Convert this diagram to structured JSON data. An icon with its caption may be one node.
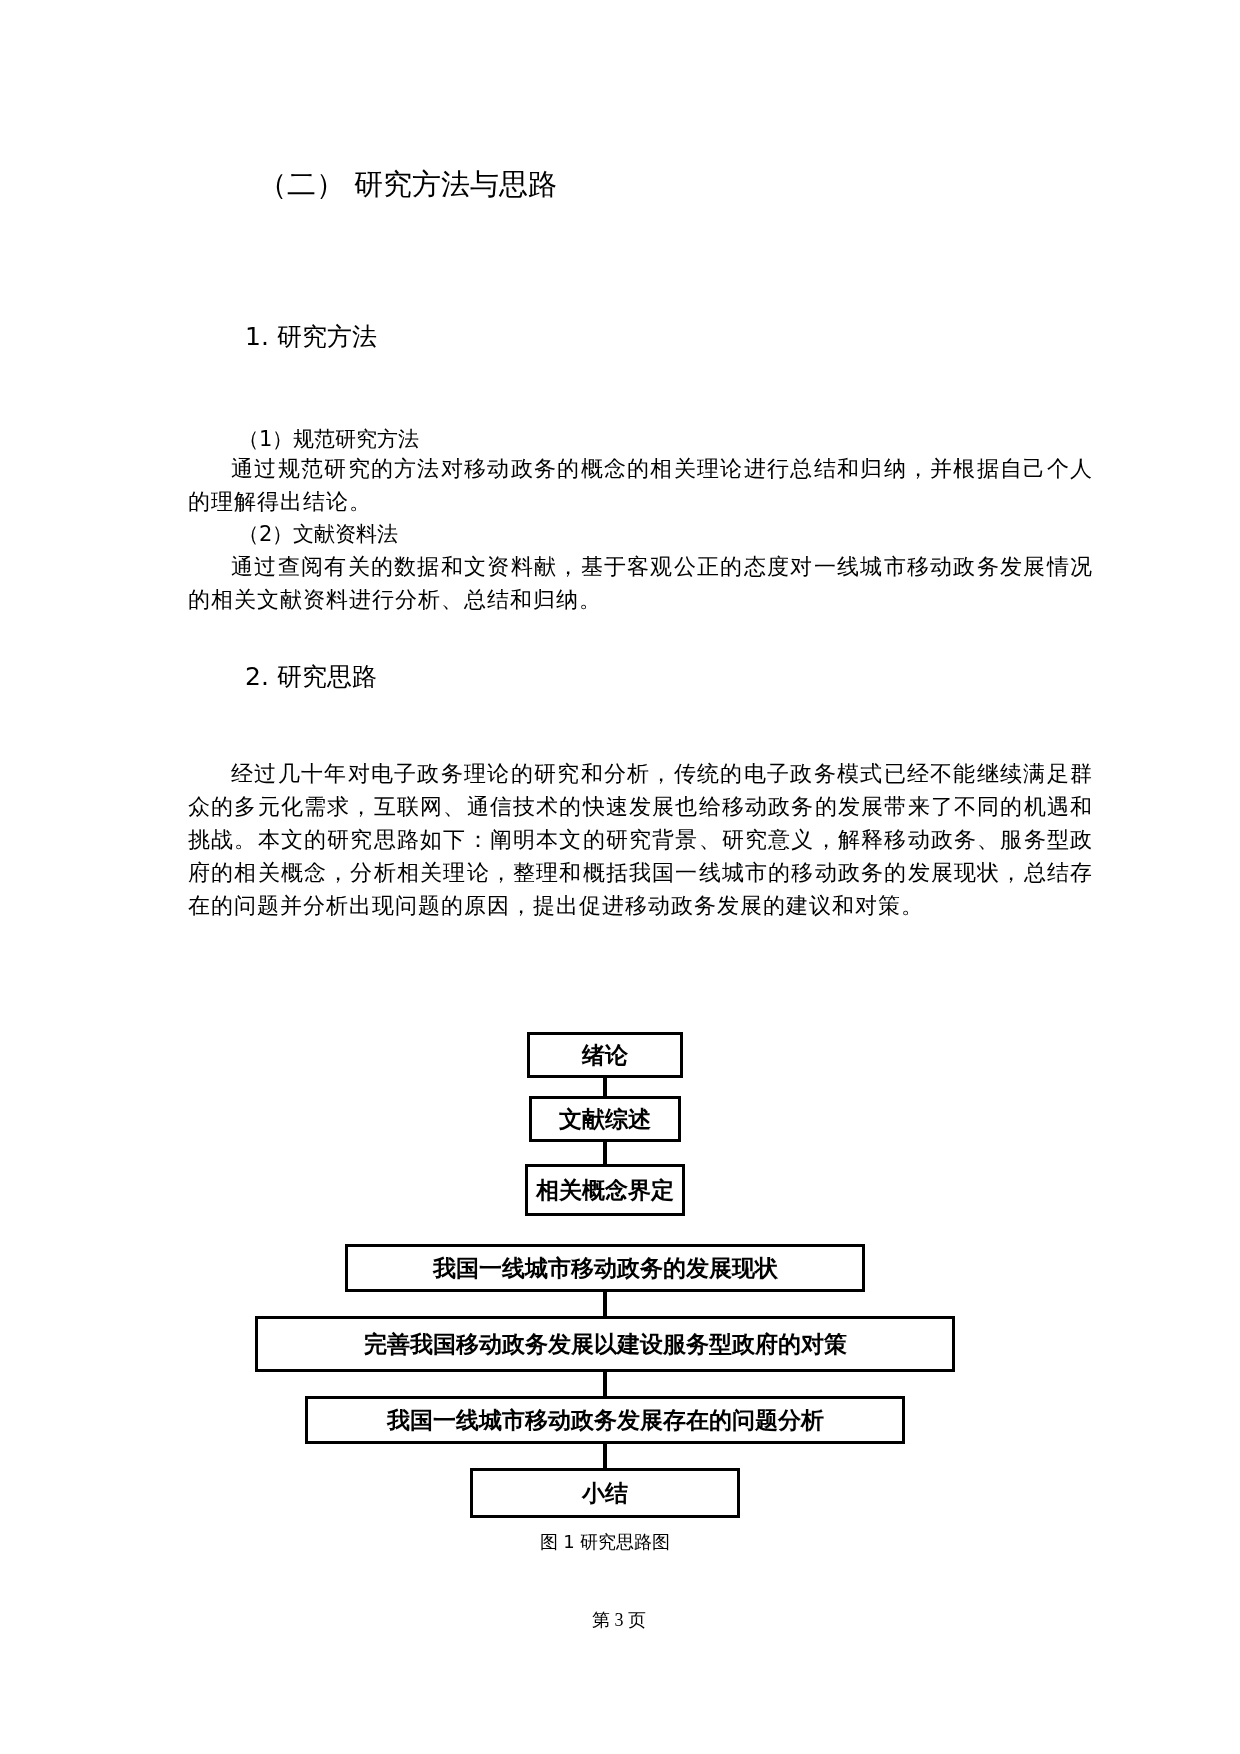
{
  "diagram": {
    "title": "（二） 研究方法与思路",
    "caption": "图 1 研究思路图",
    "nodes": [
      {
        "text": [
          "绪论"
        ]
      },
      {
        "text": [
          "文献综述"
        ]
      },
      {
        "text": [
          "相关概念界定"
        ]
      },
      {
        "text": [
          "我国一线城市移动政务的发展现状"
        ]
      },
      {
        "text": [
          "完善我国移动政务发展以建设服务型政府的对策"
        ]
      },
      {
        "text": [
          "我国一线城市移动政务发展存在的问题分析"
        ]
      },
      {
        "text": [
          "小结"
        ]
      }
    ],
    "edges": [
      {
        "from": 0,
        "to": 1,
        "arrow": "none"
      },
      {
        "from": 1,
        "to": 2,
        "arrow": "none"
      },
      {
        "from": 3,
        "to": 4,
        "arrow": "none"
      },
      {
        "from": 4,
        "to": 5,
        "arrow": "none"
      },
      {
        "from": 5,
        "to": 6,
        "arrow": "none"
      }
    ],
    "labels": [
      "1. 研究方法",
      "（1）规范研究方法",
      "通过规范研究的方法对移动政务的概念的相关理论进行总结和归纳，并根据自己个人的理解得出结论。",
      "（2）文献资料法",
      "通过查阅有关的数据和文资料献，基于客观公正的态度对一线城市移动政务发展情况的相关文献资料进行分析、总结和归纳。",
      "2. 研究思路",
      "经过几十年对电子政务理论的研究和分析，传统的电子政务模式已经不能继续满足群众的多元化需求，互联网、通信技术的快速发展也给移动政务的发展带来了不同的机遇和挑战。本文的研究思路如下：阐明本文的研究背景、研究意义，解释移动政务、服务型政府的相关概念，分析相关理论，整理和概括我国一线城市的移动政务的发展现状，总结存在的问题并分析出现问题的原因，提出促进移动政务发展的建议和对策。",
      "第 3 页"
    ]
  }
}
